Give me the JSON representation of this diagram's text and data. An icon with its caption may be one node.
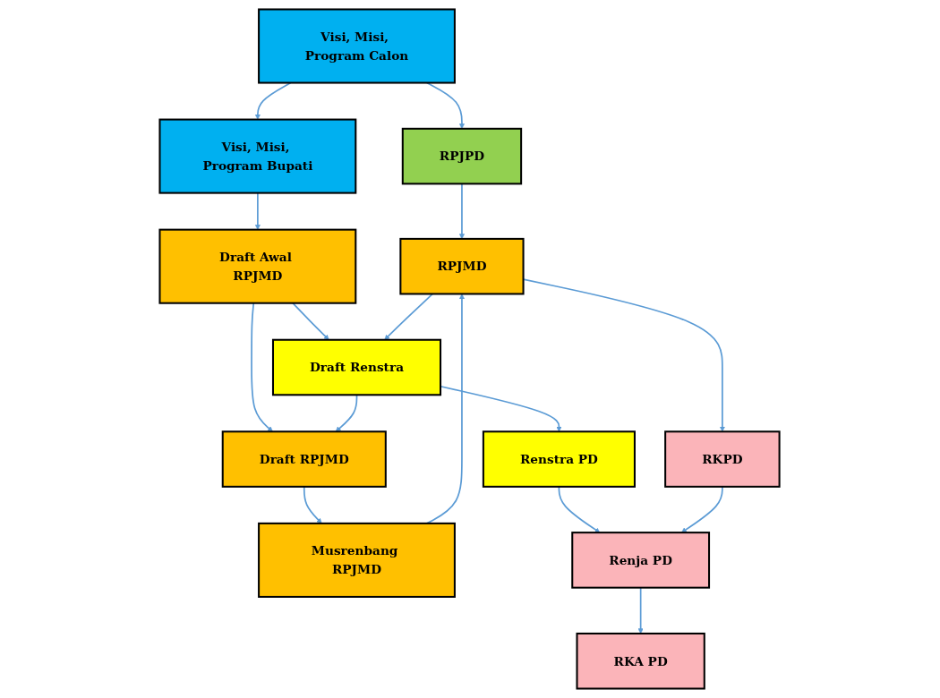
{
  "diagram": {
    "nodes": [
      {
        "text": [
          "RPJPD"
        ]
      },
      {
        "text": [
          "Visi, Misi, Program Calon"
        ]
      },
      {
        "text": [
          "Visi, Misi, Program Bupati"
        ]
      },
      {
        "text": [
          "Draft Awal RPJMD"
        ]
      },
      {
        "text": [
          "Draft Renstra"
        ]
      },
      {
        "text": [
          "RPJMD"
        ]
      },
      {
        "text": [
          "Musrenbang RPJMD"
        ]
      },
      {
        "text": [
          "Draft RPJMD"
        ]
      },
      {
        "text": [
          "Renstra PD"
        ]
      },
      {
        "text": [
          "RKPD"
        ]
      },
      {
        "text": [
          "Renja PD"
        ]
      },
      {
        "text": [
          "RKA PD"
        ]
      }
    ],
    "edges": [
      {
        "from": 1,
        "to": 0,
        "arrow": "to"
      },
      {
        "from": 1,
        "to": 2,
        "arrow": "to"
      },
      {
        "from": 0,
        "to": 5,
        "arrow": "to"
      },
      {
        "from": 2,
        "to": 3,
        "arrow": "to"
      },
      {
        "from": 3,
        "to": 4,
        "arrow": "to"
      },
      {
        "from": 3,
        "to": 7,
        "arrow": "to"
      },
      {
        "from": 4,
        "to": 7,
        "arrow": "to"
      },
      {
        "from": 4,
        "to": 8,
        "arrow": "to"
      },
      {
        "from": 7,
        "to": 6,
        "arrow": "to"
      },
      {
        "from": 6,
        "to": 5,
        "arrow": "to"
      },
      {
        "from": 5,
        "to": 9,
        "arrow": "to"
      },
      {
        "from": 5,
        "to": 4,
        "arrow": "to"
      },
      {
        "from": 8,
        "to": 10,
        "arrow": "to"
      },
      {
        "from": 9,
        "to": 10,
        "arrow": "to"
      },
      {
        "from": 10,
        "to": 11,
        "arrow": "to"
      }
    ]
  }
}
